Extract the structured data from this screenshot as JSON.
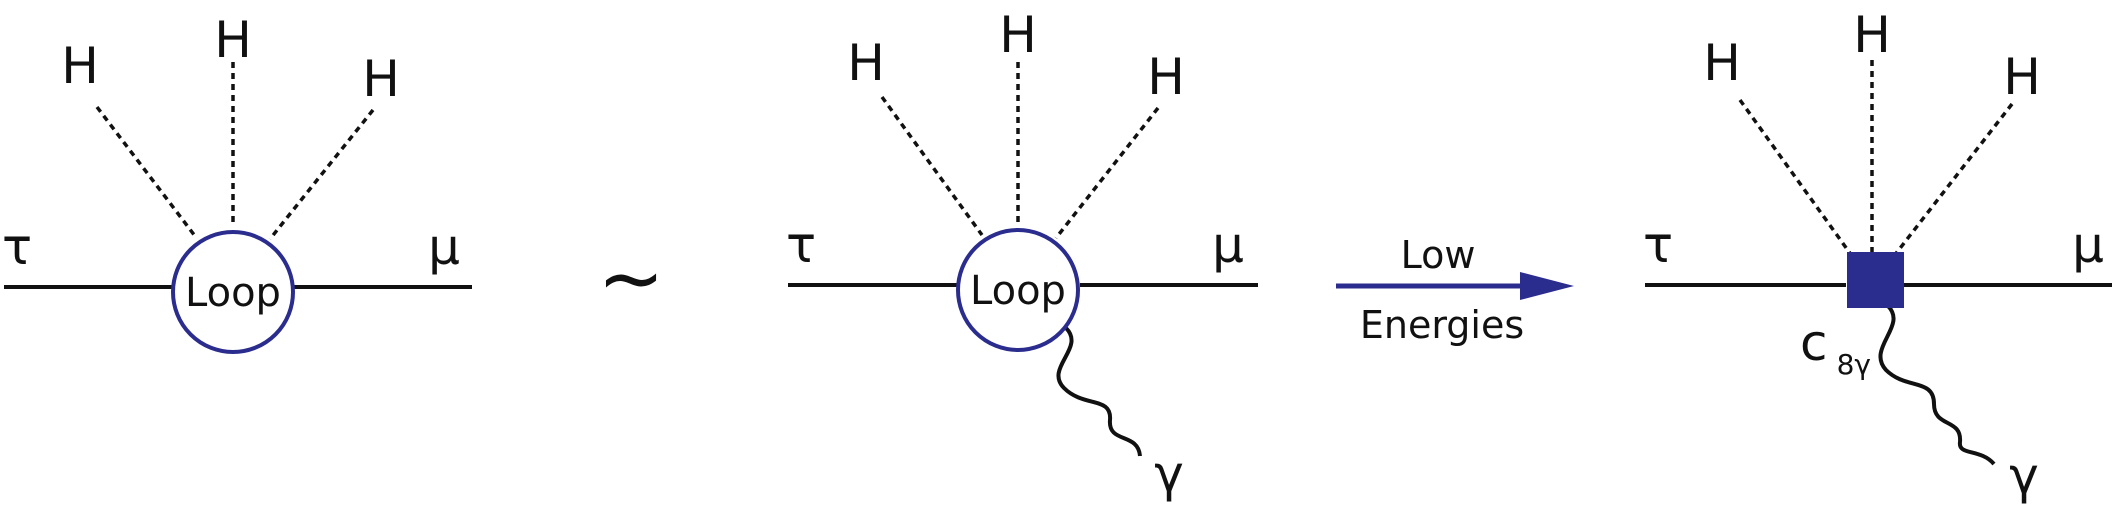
{
  "colors": {
    "line": "#111111",
    "accent": "#2b2d8e"
  },
  "diagram_left": {
    "higgs_labels": [
      "H",
      "H",
      "H"
    ],
    "incoming_label": "τ",
    "outgoing_label": "μ",
    "loop_label": "Loop"
  },
  "relation_symbol": "~",
  "diagram_middle": {
    "higgs_labels": [
      "H",
      "H",
      "H"
    ],
    "incoming_label": "τ",
    "outgoing_label": "μ",
    "loop_label": "Loop",
    "photon_label": "γ"
  },
  "arrow": {
    "label_top": "Low",
    "label_bottom": "Energies"
  },
  "diagram_right": {
    "higgs_labels": [
      "H",
      "H",
      "H"
    ],
    "incoming_label": "τ",
    "outgoing_label": "μ",
    "coefficient_main": "c",
    "coefficient_sub": "8γ",
    "photon_label": "γ"
  }
}
